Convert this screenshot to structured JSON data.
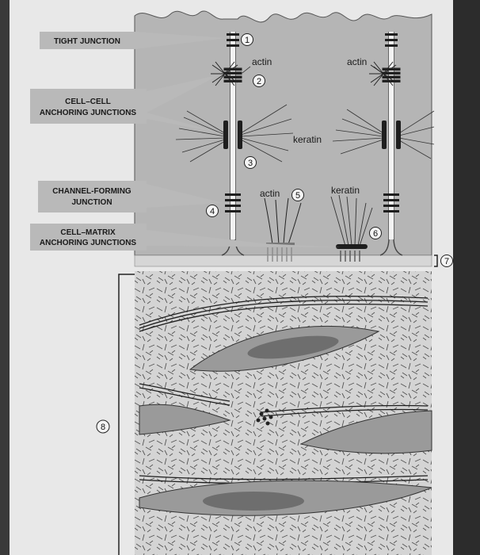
{
  "labels": {
    "tight_junction": "TIGHT JUNCTION",
    "cell_cell_1": "CELL–CELL",
    "cell_cell_2": "ANCHORING JUNCTIONS",
    "channel_1": "CHANNEL-FORMING",
    "channel_2": "JUNCTION",
    "cell_matrix_1": "CELL–MATRIX",
    "cell_matrix_2": "ANCHORING JUNCTIONS"
  },
  "words": {
    "actin_left": "actin",
    "actin_right": "actin",
    "keratin_mid": "keratin",
    "actin_low": "actin",
    "keratin_low": "keratin"
  },
  "numbers": [
    "1",
    "2",
    "3",
    "4",
    "5",
    "6",
    "7",
    "8"
  ],
  "colors": {
    "background": "#3a3a3a",
    "page": "#e6e6e6",
    "cell": "#b7b7b7",
    "matrix": "#d0d0d0",
    "junction": "#1e1e1e"
  }
}
